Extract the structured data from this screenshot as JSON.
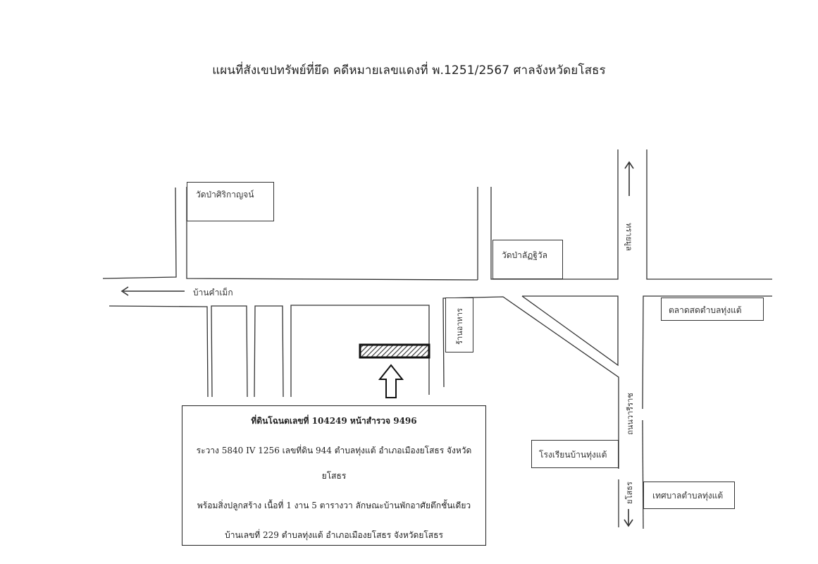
{
  "title": "แผนที่สังเขปทรัพย์ที่ยึด คดีหมายเลขแดงที่ พ.1251/2567 ศาลจังหวัดยโสธร",
  "landmarks": {
    "wat_sirikan": "วัดป่าศิริกาญจน์",
    "wat_lattiwan": "วัดป่าลัฏฐิวัล",
    "restaurant": "ร้านอาหาร",
    "market": "ตลาดสดตำบลทุ่งแต้",
    "school": "โรงเรียนบ้านทุ่งแต้",
    "municipality": "เทศบาลตำบลทุ่งแต้"
  },
  "roads": {
    "west_direction": "บ้านคำเม็ก",
    "north_direction": "ทรายมูล",
    "south_road_name": "ถนนวารีราช",
    "south_direction": "ยโสธร"
  },
  "icons": {
    "arrow_west": "arrow-left-icon",
    "arrow_north": "arrow-up-icon",
    "arrow_south": "arrow-down-icon",
    "property_pointer": "hollow-up-arrow-icon",
    "property_marker": "hatched-rectangle"
  },
  "property_info": {
    "line1": "ที่ดินโฉนดเลขที่ 104249 หน้าสำรวจ 9496",
    "line2": "ระวาง 5840 IV 1256  เลขที่ดิน  944 ตำบลทุ่งแต้ อำเภอเมืองยโสธร จังหวัด",
    "line3": "ยโสธร",
    "line4": "พร้อมสิ่งปลูกสร้าง เนื้อที่ 1 งาน 5 ตารางวา ลักษณะบ้านพักอาศัยตึกชั้นเดียว",
    "line5": "บ้านเลขที่ 229 ตำบลทุ่งแต้ อำเภอเมืองยโสธร จังหวัดยโสธร"
  },
  "colors": {
    "line": "#333333",
    "background": "#ffffff"
  }
}
